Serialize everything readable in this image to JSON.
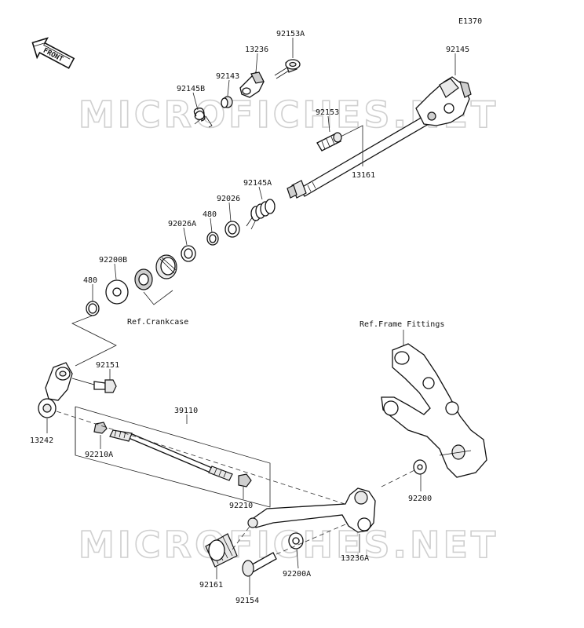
{
  "diagram": {
    "code": "E1370",
    "front_label": "FRONT",
    "watermark": "MICROFICHES.NET",
    "ref_crankcase": "Ref.Crankcase",
    "ref_frame": "Ref.Frame Fittings"
  },
  "parts": [
    {
      "id": "p_92153A",
      "number": "92153A"
    },
    {
      "id": "p_13236",
      "number": "13236"
    },
    {
      "id": "p_92143",
      "number": "92143"
    },
    {
      "id": "p_92145B",
      "number": "92145B"
    },
    {
      "id": "p_92145",
      "number": "92145"
    },
    {
      "id": "p_92153",
      "number": "92153"
    },
    {
      "id": "p_13161",
      "number": "13161"
    },
    {
      "id": "p_92145A",
      "number": "92145A"
    },
    {
      "id": "p_92026",
      "number": "92026"
    },
    {
      "id": "p_480a",
      "number": "480"
    },
    {
      "id": "p_92026A",
      "number": "92026A"
    },
    {
      "id": "p_92200B",
      "number": "92200B"
    },
    {
      "id": "p_480b",
      "number": "480"
    },
    {
      "id": "p_92151",
      "number": "92151"
    },
    {
      "id": "p_13242",
      "number": "13242"
    },
    {
      "id": "p_39110",
      "number": "39110"
    },
    {
      "id": "p_92210A",
      "number": "92210A"
    },
    {
      "id": "p_92210",
      "number": "92210"
    },
    {
      "id": "p_92200",
      "number": "92200"
    },
    {
      "id": "p_13236A",
      "number": "13236A"
    },
    {
      "id": "p_92200A",
      "number": "92200A"
    },
    {
      "id": "p_92161",
      "number": "92161"
    },
    {
      "id": "p_92154",
      "number": "92154"
    }
  ]
}
